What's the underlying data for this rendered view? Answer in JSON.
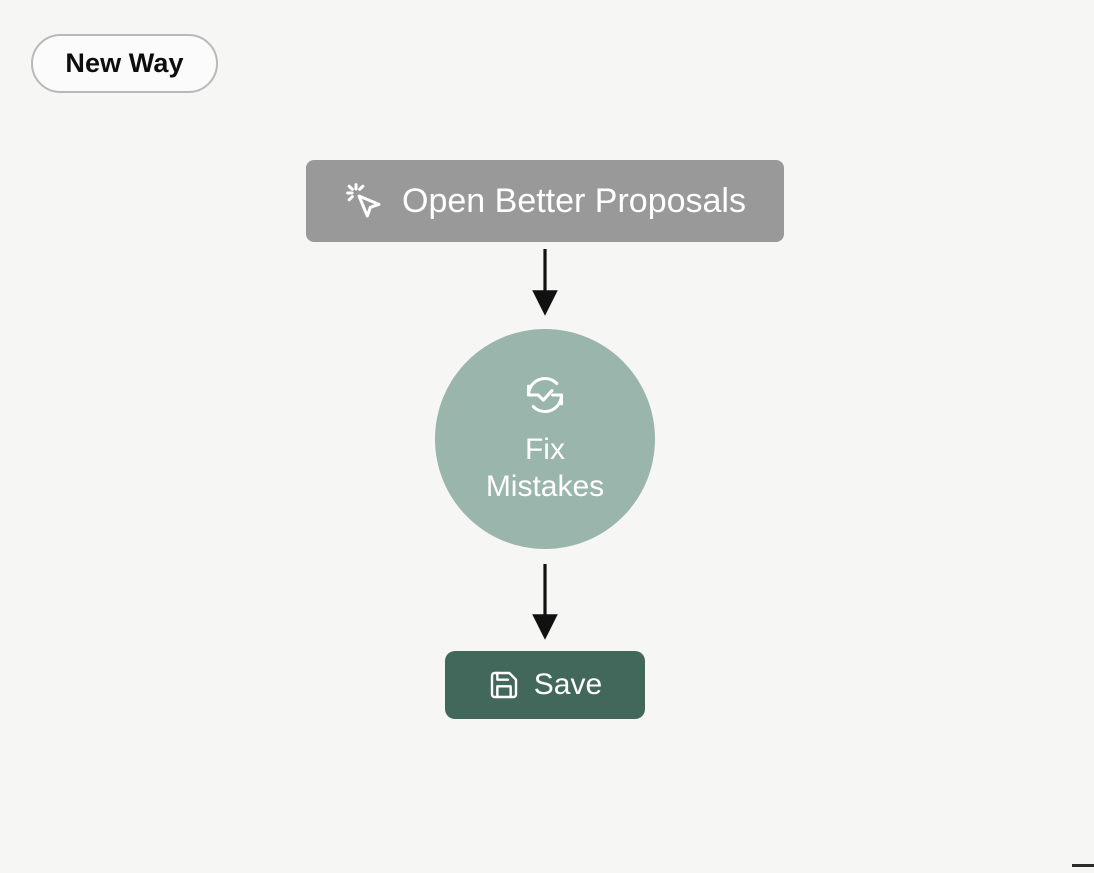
{
  "diagram": {
    "badge": {
      "label": "New Way",
      "border_color": "#b9b9b9",
      "fill_color": "#fbfbfb",
      "text_color": "#0d0d0d"
    },
    "background_color": "#f6f6f5",
    "nodes": [
      {
        "id": "open-better-proposals",
        "label": "Open Better Proposals",
        "shape": "rounded-rect",
        "icon": "mouse-pointer-click-icon",
        "fill_color": "#999999",
        "text_color": "#ffffff"
      },
      {
        "id": "fix-mistakes",
        "label": "Fix\nMistakes",
        "shape": "circle",
        "icon": "refresh-check-icon",
        "fill_color": "#9ab5ab",
        "text_color": "#ffffff"
      },
      {
        "id": "save",
        "label": "Save",
        "shape": "rounded-rect",
        "icon": "floppy-disk-save-icon",
        "fill_color": "#42685c",
        "text_color": "#ffffff"
      }
    ],
    "connectors": [
      {
        "id": "arrow-open-to-fix",
        "from": "open-better-proposals",
        "to": "fix-mistakes",
        "color": "#111111"
      },
      {
        "id": "arrow-fix-to-save",
        "from": "fix-mistakes",
        "to": "save",
        "color": "#111111"
      }
    ]
  }
}
